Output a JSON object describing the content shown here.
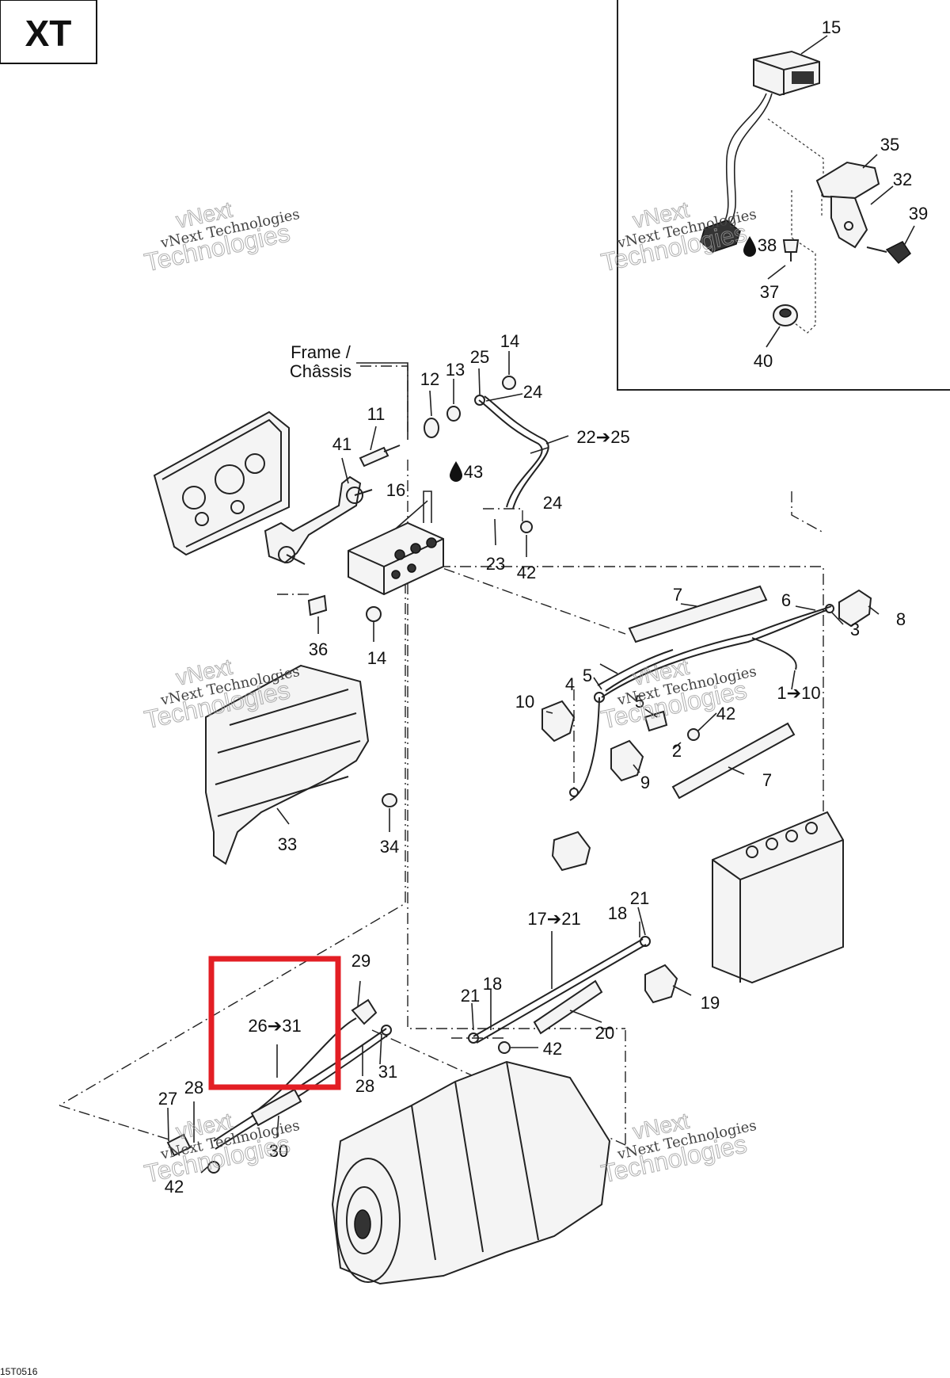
{
  "model_badge": "XT",
  "figure_code": "15T0516",
  "frame_label": [
    "Frame /",
    "Châssis"
  ],
  "callouts": {
    "c1_10": "1➔10",
    "c2": "2",
    "c3": "3",
    "c4": "4",
    "c5a": "5",
    "c5b": "5",
    "c6": "6",
    "c7a": "7",
    "c7b": "7",
    "c8": "8",
    "c9": "9",
    "c10": "10",
    "c11": "11",
    "c12": "12",
    "c13": "13",
    "c14a": "14",
    "c14b": "14",
    "c15": "15",
    "c16": "16",
    "c17_21": "17➔21",
    "c18a": "18",
    "c18b": "18",
    "c19": "19",
    "c20": "20",
    "c21a": "21",
    "c21b": "21",
    "c22_25": "22➔25",
    "c23": "23",
    "c24a": "24",
    "c24b": "24",
    "c25": "25",
    "c26_31": "26➔31",
    "c27": "27",
    "c28a": "28",
    "c28b": "28",
    "c29": "29",
    "c30": "30",
    "c31": "31",
    "c32": "32",
    "c33": "33",
    "c34": "34",
    "c35": "35",
    "c36": "36",
    "c37": "37",
    "c38": "38",
    "c39": "39",
    "c40": "40",
    "c41": "41",
    "c42a": "42",
    "c42b": "42",
    "c42c": "42",
    "c42d": "42",
    "c43": "43"
  },
  "watermark": {
    "line1": "vNext",
    "line2": "vNext Technologies",
    "line3": "Technologies"
  },
  "highlight_color": "#e31e24"
}
